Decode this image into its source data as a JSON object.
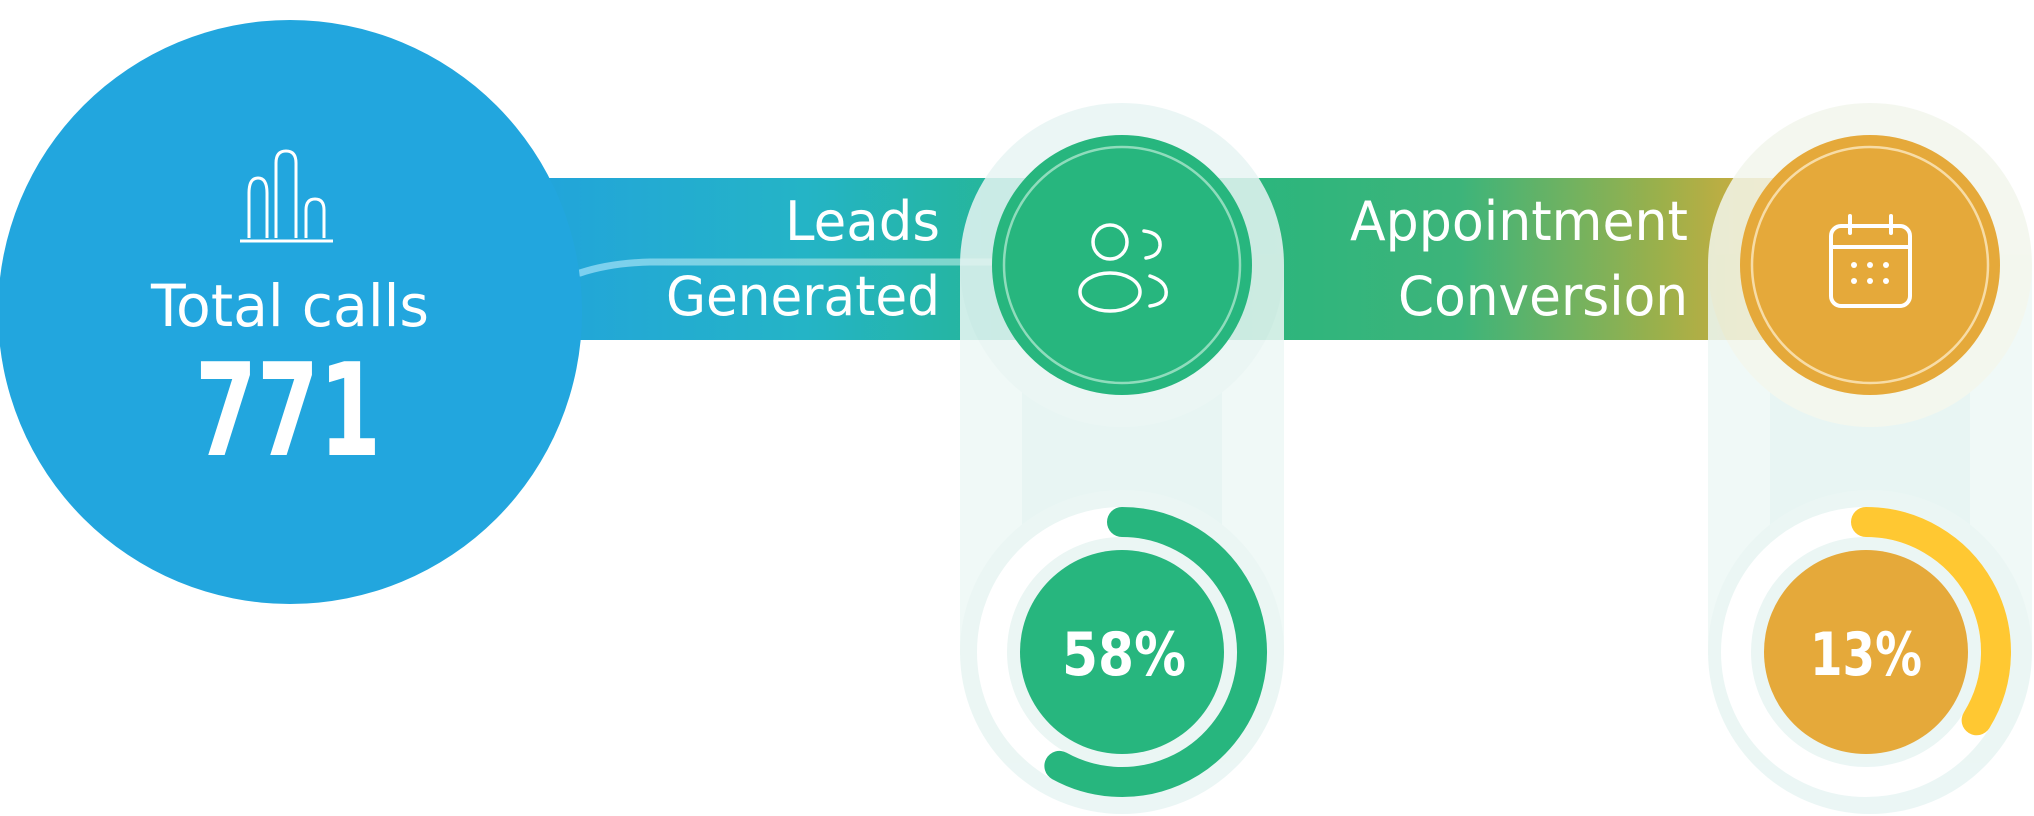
{
  "total_calls": {
    "label": "Total calls",
    "value": "771"
  },
  "leads": {
    "label_line1": "Leads",
    "label_line2": "Generated",
    "percent_label": "58%",
    "percent": 58
  },
  "appointments": {
    "label_line1": "Appointment",
    "label_line2": "Conversion",
    "percent_label": "13%",
    "percent": 13
  },
  "colors": {
    "blue": "#22a6de",
    "green": "#27b67e",
    "orange": "#e5a93a",
    "yellow": "#ffc832",
    "halo": "#e3f3f1"
  },
  "icons": {
    "total_calls": "bar-chart-icon",
    "leads": "users-icon",
    "appointments": "calendar-icon"
  }
}
